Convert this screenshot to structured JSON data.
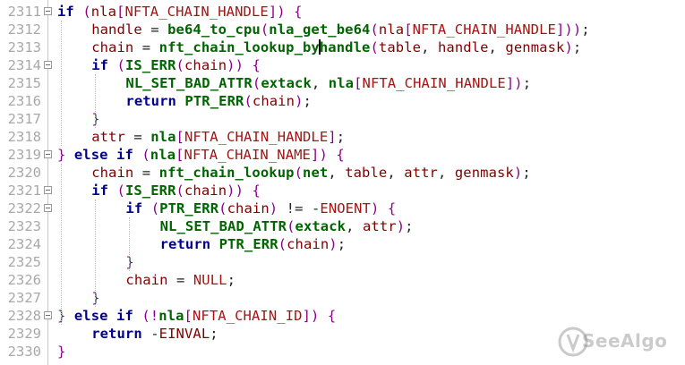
{
  "editor": {
    "fold_lines": [
      2311,
      2314,
      2319,
      2321,
      2322,
      2328
    ],
    "lines": [
      {
        "n": "2311",
        "indent": 4,
        "tokens": [
          [
            "kw",
            "if"
          ],
          [
            "t",
            " "
          ],
          [
            "br1",
            "("
          ],
          [
            "id",
            "nla"
          ],
          [
            "br2",
            "["
          ],
          [
            "cst",
            "NFTA_CHAIN_HANDLE"
          ],
          [
            "br2",
            "]"
          ],
          [
            "br1",
            ")"
          ],
          [
            "t",
            " "
          ],
          [
            "br2",
            "{"
          ]
        ]
      },
      {
        "n": "2312",
        "indent": 8,
        "tokens": [
          [
            "id",
            "handle"
          ],
          [
            "t",
            " = "
          ],
          [
            "fn",
            "be64_to_cpu"
          ],
          [
            "br1",
            "("
          ],
          [
            "fn",
            "nla_get_be64"
          ],
          [
            "br1",
            "("
          ],
          [
            "id",
            "nla"
          ],
          [
            "br2",
            "["
          ],
          [
            "cst",
            "NFTA_CHAIN_HANDLE"
          ],
          [
            "br2",
            "]"
          ],
          [
            "br1",
            "))"
          ],
          [
            "t",
            ";"
          ]
        ]
      },
      {
        "n": "2313",
        "indent": 8,
        "tokens": [
          [
            "id",
            "chain"
          ],
          [
            "t",
            " = "
          ],
          [
            "fn",
            "nft_chain_lookup_by"
          ],
          [
            "cur",
            ""
          ],
          [
            "fn",
            "handle"
          ],
          [
            "br1",
            "("
          ],
          [
            "id",
            "table"
          ],
          [
            "t",
            ", "
          ],
          [
            "id",
            "handle"
          ],
          [
            "t",
            ", "
          ],
          [
            "id",
            "genmask"
          ],
          [
            "br1",
            ")"
          ],
          [
            "t",
            ";"
          ]
        ]
      },
      {
        "n": "2314",
        "indent": 8,
        "tokens": [
          [
            "kw",
            "if"
          ],
          [
            "t",
            " "
          ],
          [
            "br1",
            "("
          ],
          [
            "fn",
            "IS_ERR"
          ],
          [
            "br2",
            "("
          ],
          [
            "id",
            "chain"
          ],
          [
            "br2",
            "))"
          ],
          [
            "t",
            " "
          ],
          [
            "br2",
            "{"
          ]
        ]
      },
      {
        "n": "2315",
        "indent": 12,
        "tokens": [
          [
            "fn",
            "NL_SET_BAD_ATTR"
          ],
          [
            "br1",
            "("
          ],
          [
            "fn",
            "extack"
          ],
          [
            "t",
            ", "
          ],
          [
            "fn",
            "nla"
          ],
          [
            "br2",
            "["
          ],
          [
            "cst",
            "NFTA_CHAIN_HANDLE"
          ],
          [
            "br2",
            "]"
          ],
          [
            "br1",
            ")"
          ],
          [
            "t",
            ";"
          ]
        ]
      },
      {
        "n": "2316",
        "indent": 12,
        "tokens": [
          [
            "kw",
            "return"
          ],
          [
            "t",
            " "
          ],
          [
            "fn",
            "PTR_ERR"
          ],
          [
            "br1",
            "("
          ],
          [
            "id",
            "chain"
          ],
          [
            "br1",
            ")"
          ],
          [
            "t",
            ";"
          ]
        ]
      },
      {
        "n": "2317",
        "indent": 8,
        "tokens": [
          [
            "br2",
            "}"
          ]
        ]
      },
      {
        "n": "2318",
        "indent": 8,
        "tokens": [
          [
            "id",
            "attr"
          ],
          [
            "t",
            " = "
          ],
          [
            "fn",
            "nla"
          ],
          [
            "br2",
            "["
          ],
          [
            "cst",
            "NFTA_CHAIN_HANDLE"
          ],
          [
            "br2",
            "]"
          ],
          [
            "t",
            ";"
          ]
        ]
      },
      {
        "n": "2319",
        "indent": 4,
        "tokens": [
          [
            "br2",
            "}"
          ],
          [
            "t",
            " "
          ],
          [
            "kw",
            "else if"
          ],
          [
            "t",
            " "
          ],
          [
            "br1",
            "("
          ],
          [
            "fn",
            "nla"
          ],
          [
            "br2",
            "["
          ],
          [
            "cst",
            "NFTA_CHAIN_NAME"
          ],
          [
            "br2",
            "]"
          ],
          [
            "br1",
            ")"
          ],
          [
            "t",
            " "
          ],
          [
            "br2",
            "{"
          ]
        ]
      },
      {
        "n": "2320",
        "indent": 8,
        "tokens": [
          [
            "id",
            "chain"
          ],
          [
            "t",
            " = "
          ],
          [
            "fn",
            "nft_chain_lookup"
          ],
          [
            "br1",
            "("
          ],
          [
            "fn",
            "net"
          ],
          [
            "t",
            ", "
          ],
          [
            "id",
            "table"
          ],
          [
            "t",
            ", "
          ],
          [
            "id",
            "attr"
          ],
          [
            "t",
            ", "
          ],
          [
            "id",
            "genmask"
          ],
          [
            "br1",
            ")"
          ],
          [
            "t",
            ";"
          ]
        ]
      },
      {
        "n": "2321",
        "indent": 8,
        "tokens": [
          [
            "kw",
            "if"
          ],
          [
            "t",
            " "
          ],
          [
            "br1",
            "("
          ],
          [
            "fn",
            "IS_ERR"
          ],
          [
            "br2",
            "("
          ],
          [
            "id",
            "chain"
          ],
          [
            "br2",
            "))"
          ],
          [
            "t",
            " "
          ],
          [
            "br2",
            "{"
          ]
        ]
      },
      {
        "n": "2322",
        "indent": 12,
        "tokens": [
          [
            "kw",
            "if"
          ],
          [
            "t",
            " "
          ],
          [
            "br1",
            "("
          ],
          [
            "fn",
            "PTR_ERR"
          ],
          [
            "br2",
            "("
          ],
          [
            "id",
            "chain"
          ],
          [
            "br2",
            ")"
          ],
          [
            "t",
            " != -"
          ],
          [
            "cst",
            "ENOENT"
          ],
          [
            "br1",
            ")"
          ],
          [
            "t",
            " "
          ],
          [
            "br2",
            "{"
          ]
        ]
      },
      {
        "n": "2323",
        "indent": 16,
        "tokens": [
          [
            "fn",
            "NL_SET_BAD_ATTR"
          ],
          [
            "br1",
            "("
          ],
          [
            "fn",
            "extack"
          ],
          [
            "t",
            ", "
          ],
          [
            "id",
            "attr"
          ],
          [
            "br1",
            ")"
          ],
          [
            "t",
            ";"
          ]
        ]
      },
      {
        "n": "2324",
        "indent": 16,
        "tokens": [
          [
            "kw",
            "return"
          ],
          [
            "t",
            " "
          ],
          [
            "fn",
            "PTR_ERR"
          ],
          [
            "br1",
            "("
          ],
          [
            "id",
            "chain"
          ],
          [
            "br1",
            ")"
          ],
          [
            "t",
            ";"
          ]
        ]
      },
      {
        "n": "2325",
        "indent": 12,
        "tokens": [
          [
            "br2",
            "}"
          ]
        ]
      },
      {
        "n": "2326",
        "indent": 12,
        "tokens": [
          [
            "id",
            "chain"
          ],
          [
            "t",
            " = "
          ],
          [
            "cst",
            "NULL"
          ],
          [
            "t",
            ";"
          ]
        ]
      },
      {
        "n": "2327",
        "indent": 8,
        "tokens": [
          [
            "br2",
            "}"
          ]
        ]
      },
      {
        "n": "2328",
        "indent": 4,
        "tokens": [
          [
            "br2",
            "}"
          ],
          [
            "t",
            " "
          ],
          [
            "kw",
            "else if"
          ],
          [
            "t",
            " "
          ],
          [
            "br1",
            "(!"
          ],
          [
            "fn",
            "nla"
          ],
          [
            "br2",
            "["
          ],
          [
            "cst",
            "NFTA_CHAIN_ID"
          ],
          [
            "br2",
            "]"
          ],
          [
            "br1",
            ")"
          ],
          [
            "t",
            " "
          ],
          [
            "br2",
            "{"
          ]
        ]
      },
      {
        "n": "2329",
        "indent": 8,
        "tokens": [
          [
            "kw",
            "return"
          ],
          [
            "t",
            " -"
          ],
          [
            "id",
            "EINVAL"
          ],
          [
            "t",
            ";"
          ]
        ]
      },
      {
        "n": "2330",
        "indent": 4,
        "tokens": [
          [
            "br2",
            "}"
          ]
        ]
      }
    ]
  },
  "watermark": {
    "text": "SeeAlgo",
    "logo": "seal-icon"
  },
  "colors": {
    "keyword": "#00008b",
    "function": "#006400",
    "identifier": "#800000",
    "constant": "#a31515",
    "line_number": "#a8a8a8"
  }
}
